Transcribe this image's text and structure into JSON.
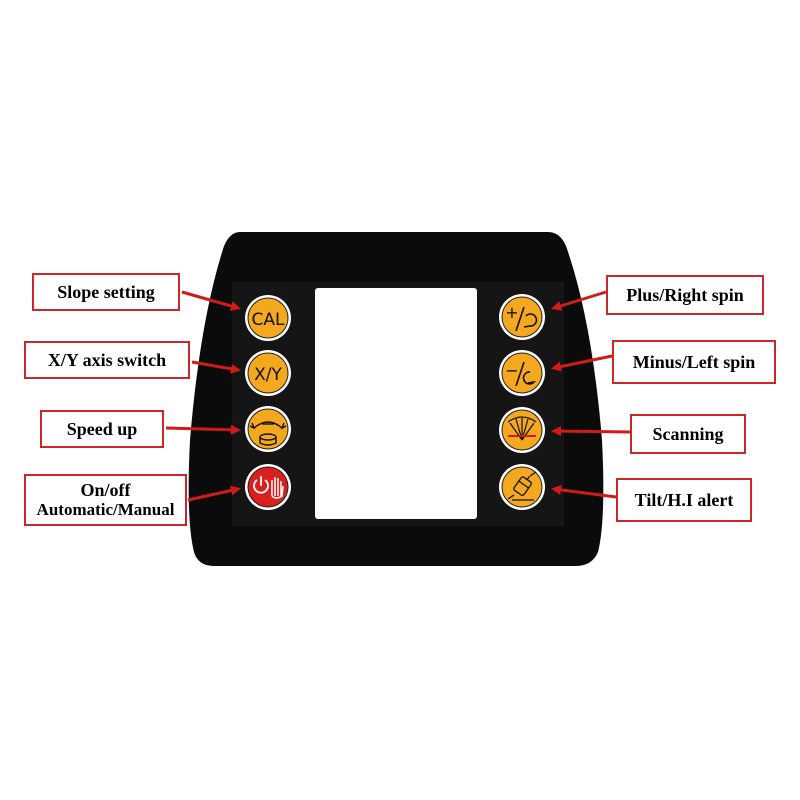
{
  "device": {
    "buttons_left": [
      {
        "key": "cal",
        "glyph": "CAL",
        "icon": "cal-icon"
      },
      {
        "key": "xy",
        "glyph": "X/Y",
        "icon": "xy-axis-icon"
      },
      {
        "key": "speed",
        "glyph": "",
        "icon": "rotation-speed-icon"
      },
      {
        "key": "power",
        "glyph": "",
        "icon": "power-manual-hand-icon"
      }
    ],
    "buttons_right": [
      {
        "key": "plus",
        "glyph": "+",
        "icon": "plus-right-spin-icon"
      },
      {
        "key": "minus",
        "glyph": "−",
        "icon": "minus-left-spin-icon"
      },
      {
        "key": "scan",
        "glyph": "",
        "icon": "scanning-fan-icon"
      },
      {
        "key": "tilt",
        "glyph": "",
        "icon": "tilt-alert-icon"
      }
    ]
  },
  "labels": {
    "slope_setting": "Slope setting",
    "xy_axis_switch": "X/Y axis switch",
    "speed_up": "Speed up",
    "on_off_line1": "On/off",
    "on_off_line2": "Automatic/Manual",
    "plus_right_spin": "Plus/Right spin",
    "minus_left_spin": "Minus/Left spin",
    "scanning": "Scanning",
    "tilt_hi_alert": "Tilt/H.I alert"
  },
  "colors": {
    "housing": "#0b0b0b",
    "button_orange": "#f4a81e",
    "button_red": "#d9201e",
    "arrow_red": "#d11a1a",
    "border_red": "#c8282a",
    "screen": "#ffffff"
  }
}
